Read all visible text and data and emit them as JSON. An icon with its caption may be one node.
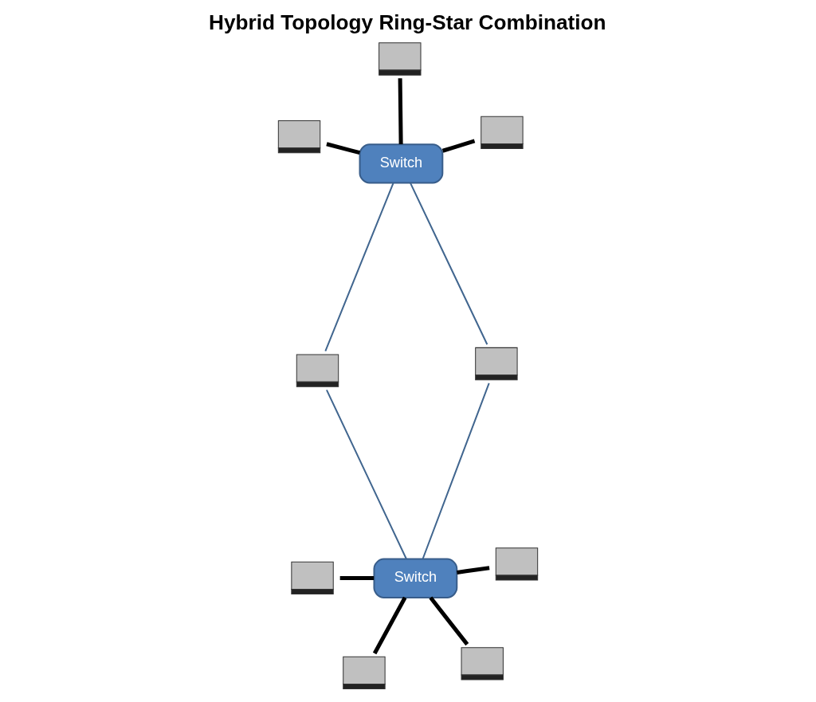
{
  "diagram": {
    "title": "Hybrid Topology Ring-Star Combination",
    "nodes": [
      {
        "text": [],
        "shape": "computer"
      },
      {
        "text": [],
        "shape": "computer"
      },
      {
        "text": [
          "Switch"
        ]
      },
      {
        "text": [],
        "shape": "computer"
      },
      {
        "text": [],
        "shape": "computer"
      },
      {
        "text": [],
        "shape": "computer"
      },
      {
        "text": [],
        "shape": "computer"
      },
      {
        "text": [
          "Switch"
        ]
      },
      {
        "text": [],
        "shape": "computer"
      },
      {
        "text": [],
        "shape": "computer"
      },
      {
        "text": [],
        "shape": "computer"
      }
    ],
    "edges": [
      {
        "from": 2,
        "to": 0,
        "arrow": "none"
      },
      {
        "from": 2,
        "to": 1,
        "arrow": "none"
      },
      {
        "from": 2,
        "to": 4,
        "arrow": "none"
      },
      {
        "from": 2,
        "to": 3,
        "arrow": "none",
        "color": "#41668f"
      },
      {
        "from": 3,
        "to": 7,
        "arrow": "none",
        "color": "#41668f"
      },
      {
        "from": 7,
        "to": 5,
        "arrow": "none",
        "color": "#41668f"
      },
      {
        "from": 5,
        "to": 2,
        "arrow": "none",
        "color": "#41668f"
      },
      {
        "from": 7,
        "to": 6,
        "arrow": "none"
      },
      {
        "from": 7,
        "to": 8,
        "arrow": "none"
      },
      {
        "from": 7,
        "to": 9,
        "arrow": "none"
      },
      {
        "from": 7,
        "to": 10,
        "arrow": "none"
      }
    ]
  }
}
